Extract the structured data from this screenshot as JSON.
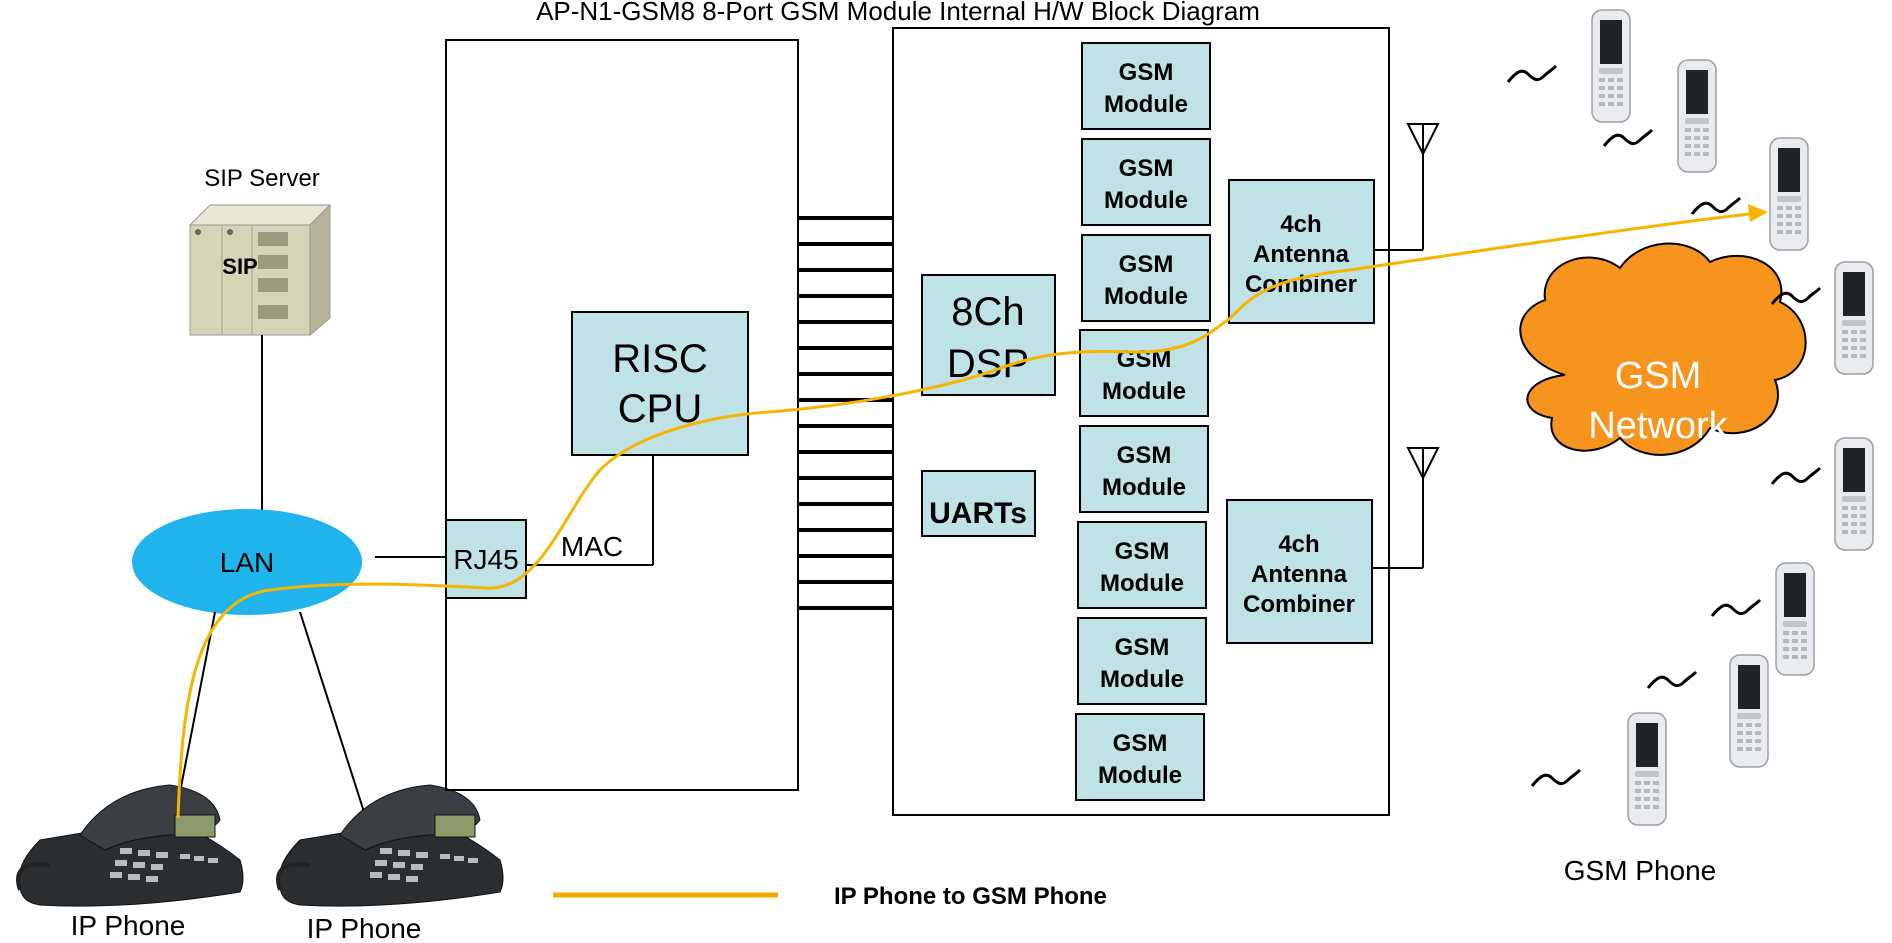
{
  "title": "AP-N1-GSM8 8-Port GSM Module  Internal H/W Block Diagram",
  "sip_server": {
    "label": "SIP Server",
    "badge": "SIP"
  },
  "lan": {
    "label": "LAN"
  },
  "ip_phones": [
    {
      "label": "IP Phone"
    },
    {
      "label": "IP Phone"
    }
  ],
  "left_block": {
    "rj45": "RJ45",
    "mac": "MAC",
    "cpu": [
      "RISC",
      "CPU"
    ]
  },
  "right_block": {
    "dsp": [
      "8Ch",
      "DSP"
    ],
    "uarts": "UARTs",
    "gsm_modules": [
      [
        "GSM",
        "Module"
      ],
      [
        "GSM",
        "Module"
      ],
      [
        "GSM",
        "Module"
      ],
      [
        "GSM",
        "Module"
      ],
      [
        "GSM",
        "Module"
      ],
      [
        "GSM",
        "Module"
      ],
      [
        "GSM",
        "Module"
      ],
      [
        "GSM",
        "Module"
      ]
    ],
    "combiners": [
      [
        "4ch",
        "Antenna",
        "Combiner"
      ],
      [
        "4ch",
        "Antenna",
        "Combiner"
      ]
    ]
  },
  "gsm_network": [
    "GSM",
    "Network"
  ],
  "gsm_phone_label": "GSM Phone",
  "legend": {
    "label": "IP Phone to GSM Phone",
    "color": "#f7a800"
  },
  "colors": {
    "box_fill": "#bfe2e6",
    "lan_fill": "#1fb4ec",
    "cloud_fill": "#f7941d",
    "path": "#f7b500"
  }
}
